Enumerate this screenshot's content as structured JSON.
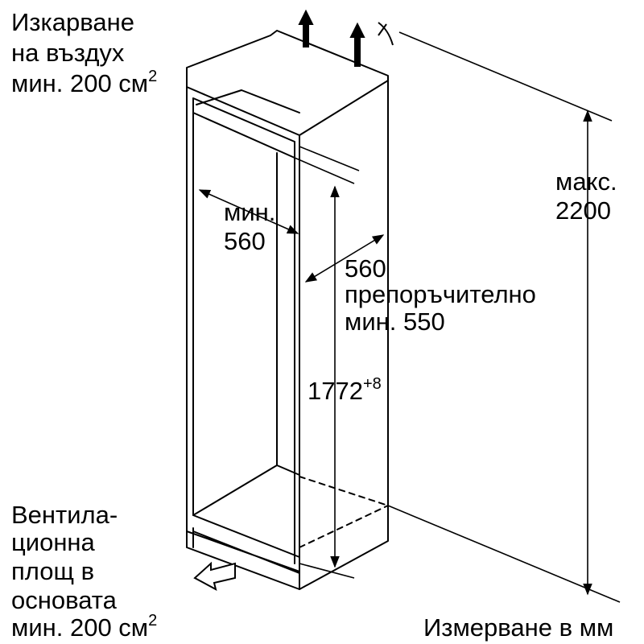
{
  "labels": {
    "exhaust": {
      "line1": "Изкарване",
      "line2": "на въздух",
      "line3_prefix": "мин. 200 см",
      "line3_sup": "2"
    },
    "vent": {
      "line1": "Вентила-",
      "line2": "ционна",
      "line3": "площ в",
      "line4": "основата",
      "line5_prefix": "мин. 200 см",
      "line5_sup": "2"
    },
    "width": {
      "line1": "мин.",
      "line2": "560"
    },
    "depth": {
      "line1": "560",
      "line2": "препоръчително",
      "line3": "мин. 550"
    },
    "height": {
      "main": "1772",
      "sup": "+8"
    },
    "max_height": {
      "line1": "макс.",
      "line2": "2200"
    },
    "units": "Измерване в мм"
  },
  "colors": {
    "line": "#000000",
    "background": "#ffffff"
  }
}
